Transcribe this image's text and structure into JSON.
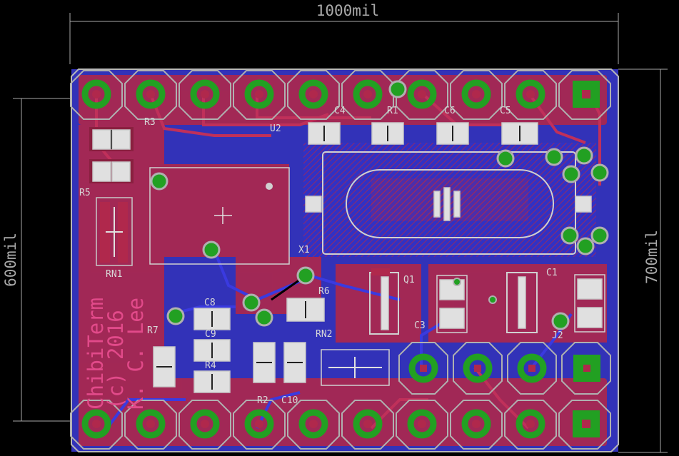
{
  "dimensions": {
    "width_label": "1000mil",
    "height_left_label": "600mil",
    "height_right_label": "700mil"
  },
  "labels": {
    "R3": "R3",
    "U2": "U2",
    "C4": "C4",
    "R1": "R1",
    "C6": "C6",
    "C5": "C5",
    "R5": "R5",
    "X1": "X1",
    "RN1": "RN1",
    "R6": "R6",
    "Q1": "Q1",
    "C1": "C1",
    "C8": "C8",
    "R7": "R7",
    "C9": "C9",
    "RN2": "RN2",
    "C3": "C3",
    "J2": "J2",
    "R4": "R4",
    "R2": "R2",
    "C10": "C10"
  },
  "silkscreen_text": {
    "line1": "ChibiTerm",
    "line2": "(c) 2016",
    "line3": "K. C. Lee"
  },
  "colors": {
    "background": "#000000",
    "board_outline": "#b0b0b0",
    "top_copper": "#b0284c",
    "bottom_copper": "#3030c8",
    "pad": "#2a9a2a",
    "silkscreen": "#d8d8d8"
  }
}
